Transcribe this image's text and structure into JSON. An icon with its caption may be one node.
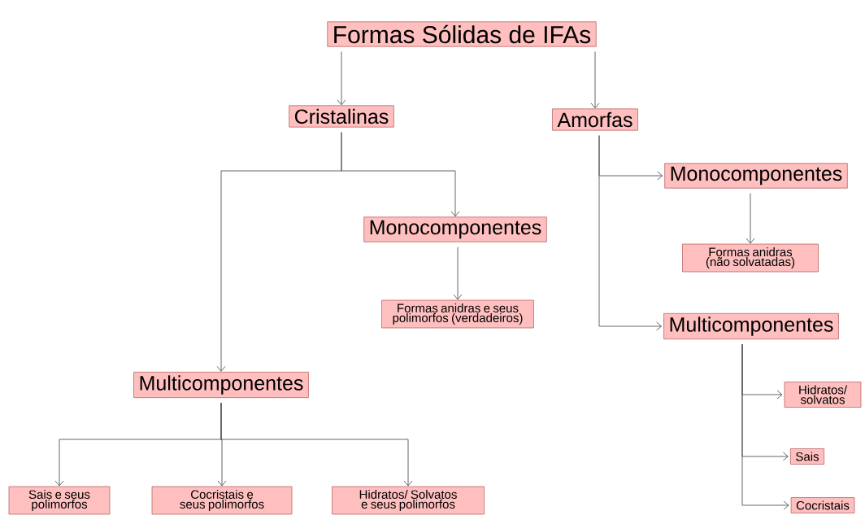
{
  "diagram": {
    "nodes": [
      {
        "text": [
          "Formas Sólidas de IFAs"
        ]
      },
      {
        "text": [
          "Cristalinas"
        ]
      },
      {
        "text": [
          "Amorfas"
        ]
      },
      {
        "text": [
          "Monocomponentes"
        ]
      },
      {
        "text": [
          "Formas anidras e seus polimorfos (verdadeiros)"
        ]
      },
      {
        "text": [
          "Multicomponentes"
        ]
      },
      {
        "text": [
          "Sais e seus polimorfos"
        ]
      },
      {
        "text": [
          "Cocristais e seus polimorfos"
        ]
      },
      {
        "text": [
          "Hidratos/ Solvatos e seus polimorfos"
        ]
      },
      {
        "text": [
          "Monocomponentes"
        ]
      },
      {
        "text": [
          "Formas anidras (não solvatadas)"
        ]
      },
      {
        "text": [
          "Multicomponentes"
        ]
      },
      {
        "text": [
          "Hidratos/ solvatos"
        ]
      },
      {
        "text": [
          "Sais"
        ]
      },
      {
        "text": [
          "Cocristais"
        ]
      }
    ],
    "edges": [
      {
        "from": 0,
        "to": 1,
        "arrow": "to"
      },
      {
        "from": 0,
        "to": 2,
        "arrow": "to"
      },
      {
        "from": 1,
        "to": 5,
        "arrow": "to"
      },
      {
        "from": 1,
        "to": 3,
        "arrow": "to"
      },
      {
        "from": 3,
        "to": 4,
        "arrow": "to"
      },
      {
        "from": 5,
        "to": 6,
        "arrow": "to"
      },
      {
        "from": 5,
        "to": 7,
        "arrow": "to"
      },
      {
        "from": 5,
        "to": 8,
        "arrow": "to"
      },
      {
        "from": 2,
        "to": 9,
        "arrow": "to"
      },
      {
        "from": 2,
        "to": 11,
        "arrow": "to"
      },
      {
        "from": 9,
        "to": 10,
        "arrow": "to"
      },
      {
        "from": 11,
        "to": 12,
        "arrow": "to"
      },
      {
        "from": 11,
        "to": 13,
        "arrow": "to"
      },
      {
        "from": 11,
        "to": 14,
        "arrow": "to"
      }
    ]
  }
}
